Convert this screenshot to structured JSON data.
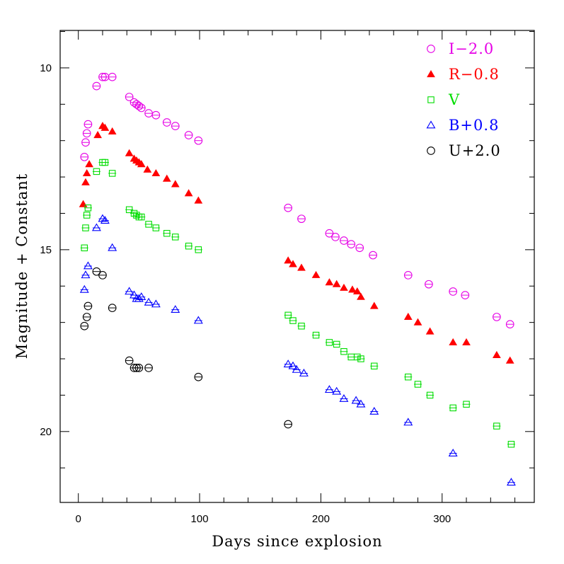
{
  "chart_data": {
    "type": "scatter",
    "xlabel": "Days since explosion",
    "ylabel": "Magnitude + Constant",
    "xlim": [
      -15,
      376
    ],
    "ylim": [
      21.95,
      8.97
    ],
    "y_inverted": true,
    "x_ticks": [
      0,
      100,
      200,
      300
    ],
    "y_ticks": [
      10,
      15,
      20
    ],
    "grid": false,
    "legend_position": "top-right",
    "series": [
      {
        "name": "I−2.0",
        "color": "#e600e6",
        "marker": "circle",
        "points": [
          [
            5,
            12.45
          ],
          [
            6,
            12.05
          ],
          [
            7,
            11.8
          ],
          [
            8,
            11.55
          ],
          [
            15,
            10.5
          ],
          [
            20,
            10.25
          ],
          [
            22,
            10.25
          ],
          [
            28,
            10.25
          ],
          [
            42,
            10.8
          ],
          [
            46,
            10.95
          ],
          [
            48,
            11.0
          ],
          [
            50,
            11.05
          ],
          [
            52,
            11.1
          ],
          [
            58,
            11.25
          ],
          [
            64,
            11.3
          ],
          [
            73,
            11.5
          ],
          [
            80,
            11.6
          ],
          [
            91,
            11.85
          ],
          [
            99,
            12.0
          ],
          [
            173,
            13.85
          ],
          [
            184,
            14.15
          ],
          [
            207,
            14.55
          ],
          [
            212,
            14.65
          ],
          [
            219,
            14.75
          ],
          [
            225,
            14.85
          ],
          [
            232,
            14.95
          ],
          [
            243,
            15.15
          ],
          [
            272,
            15.7
          ],
          [
            289,
            15.95
          ],
          [
            309,
            16.15
          ],
          [
            319,
            16.25
          ],
          [
            345,
            16.85
          ],
          [
            356,
            17.05
          ]
        ]
      },
      {
        "name": "R−0.8",
        "color": "#ff0000",
        "marker": "filled-triangle",
        "points": [
          [
            4,
            13.75
          ],
          [
            6,
            13.15
          ],
          [
            7,
            12.9
          ],
          [
            9,
            12.65
          ],
          [
            16,
            11.85
          ],
          [
            20,
            11.6
          ],
          [
            22,
            11.65
          ],
          [
            28,
            11.75
          ],
          [
            42,
            12.35
          ],
          [
            46,
            12.5
          ],
          [
            48,
            12.55
          ],
          [
            50,
            12.6
          ],
          [
            52,
            12.65
          ],
          [
            57,
            12.8
          ],
          [
            64,
            12.9
          ],
          [
            73,
            13.05
          ],
          [
            80,
            13.2
          ],
          [
            91,
            13.45
          ],
          [
            99,
            13.65
          ],
          [
            173,
            15.3
          ],
          [
            177,
            15.4
          ],
          [
            184,
            15.5
          ],
          [
            196,
            15.7
          ],
          [
            207,
            15.9
          ],
          [
            213,
            15.95
          ],
          [
            219,
            16.05
          ],
          [
            226,
            16.1
          ],
          [
            230,
            16.15
          ],
          [
            233,
            16.3
          ],
          [
            244,
            16.55
          ],
          [
            272,
            16.85
          ],
          [
            280,
            17.0
          ],
          [
            290,
            17.25
          ],
          [
            309,
            17.55
          ],
          [
            320,
            17.55
          ],
          [
            345,
            17.9
          ],
          [
            356,
            18.05
          ]
        ]
      },
      {
        "name": "V",
        "color": "#00dd00",
        "marker": "square",
        "points": [
          [
            5,
            14.95
          ],
          [
            6,
            14.4
          ],
          [
            7,
            14.05
          ],
          [
            8,
            13.85
          ],
          [
            15,
            12.85
          ],
          [
            20,
            12.6
          ],
          [
            22,
            12.6
          ],
          [
            28,
            12.9
          ],
          [
            42,
            13.9
          ],
          [
            46,
            14.0
          ],
          [
            48,
            14.05
          ],
          [
            50,
            14.1
          ],
          [
            52,
            14.1
          ],
          [
            58,
            14.3
          ],
          [
            64,
            14.4
          ],
          [
            73,
            14.55
          ],
          [
            80,
            14.65
          ],
          [
            91,
            14.9
          ],
          [
            99,
            15.0
          ],
          [
            173,
            16.8
          ],
          [
            177,
            16.95
          ],
          [
            184,
            17.1
          ],
          [
            196,
            17.35
          ],
          [
            207,
            17.55
          ],
          [
            213,
            17.6
          ],
          [
            219,
            17.8
          ],
          [
            225,
            17.95
          ],
          [
            230,
            17.95
          ],
          [
            233,
            18.0
          ],
          [
            244,
            18.2
          ],
          [
            272,
            18.5
          ],
          [
            280,
            18.7
          ],
          [
            290,
            19.0
          ],
          [
            309,
            19.35
          ],
          [
            320,
            19.25
          ],
          [
            345,
            19.85
          ],
          [
            357,
            20.35
          ]
        ]
      },
      {
        "name": "B+0.8",
        "color": "#0000ff",
        "marker": "triangle",
        "points": [
          [
            5,
            16.1
          ],
          [
            6,
            15.7
          ],
          [
            8,
            15.45
          ],
          [
            15,
            14.4
          ],
          [
            20,
            14.15
          ],
          [
            22,
            14.2
          ],
          [
            28,
            14.95
          ],
          [
            42,
            16.15
          ],
          [
            46,
            16.25
          ],
          [
            48,
            16.35
          ],
          [
            50,
            16.35
          ],
          [
            52,
            16.3
          ],
          [
            58,
            16.45
          ],
          [
            64,
            16.5
          ],
          [
            80,
            16.65
          ],
          [
            99,
            16.95
          ],
          [
            173,
            18.15
          ],
          [
            177,
            18.2
          ],
          [
            180,
            18.3
          ],
          [
            186,
            18.4
          ],
          [
            207,
            18.85
          ],
          [
            213,
            18.9
          ],
          [
            219,
            19.1
          ],
          [
            229,
            19.15
          ],
          [
            233,
            19.25
          ],
          [
            244,
            19.45
          ],
          [
            272,
            19.75
          ],
          [
            309,
            20.6
          ],
          [
            357,
            21.4
          ]
        ]
      },
      {
        "name": "U+2.0",
        "color": "#000000",
        "marker": "circle",
        "points": [
          [
            5,
            17.1
          ],
          [
            7,
            16.85
          ],
          [
            8,
            16.55
          ],
          [
            15,
            15.6
          ],
          [
            20,
            15.7
          ],
          [
            28,
            16.6
          ],
          [
            42,
            18.05
          ],
          [
            46,
            18.25
          ],
          [
            48,
            18.25
          ],
          [
            50,
            18.25
          ],
          [
            58,
            18.25
          ],
          [
            99,
            18.5
          ],
          [
            173,
            19.8
          ]
        ]
      }
    ]
  }
}
